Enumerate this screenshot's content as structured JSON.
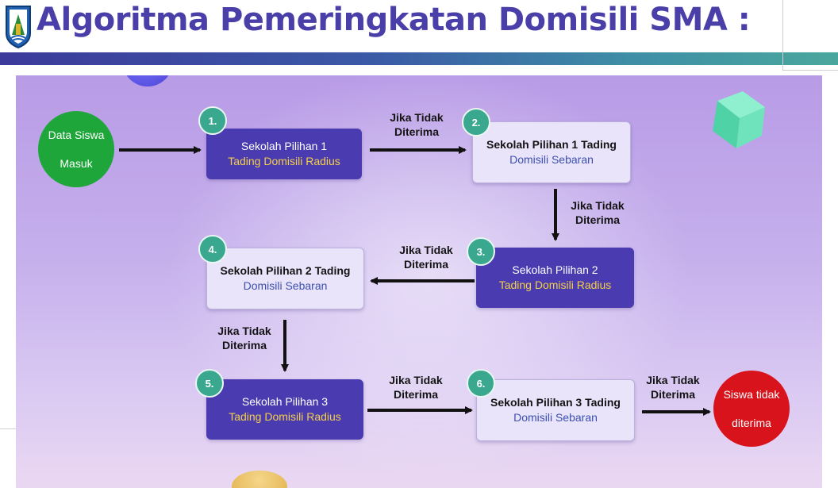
{
  "header": {
    "title": "Algoritma Pemeringkatan Domisili SMA :"
  },
  "flow": {
    "start": {
      "line1": "Data Siswa",
      "line2": "Masuk"
    },
    "end": {
      "line1": "Siswa tidak",
      "line2": "diterima"
    },
    "steps": [
      {
        "number": "1.",
        "line1": "Sekolah Pilihan 1",
        "line2": "Tading Domisili Radius"
      },
      {
        "number": "2.",
        "line1": "Sekolah Pilihan 1 Tading",
        "line2": "Domisili Sebaran"
      },
      {
        "number": "3.",
        "line1": "Sekolah Pilihan 2",
        "line2": "Tading Domisili Radius"
      },
      {
        "number": "4.",
        "line1": "Sekolah Pilihan 2 Tading",
        "line2": "Domisili Sebaran"
      },
      {
        "number": "5.",
        "line1": "Sekolah Pilihan 3",
        "line2": "Tading Domisili Radius"
      },
      {
        "number": "6.",
        "line1": "Sekolah Pilihan 3 Tading",
        "line2": "Domisili Sebaran"
      }
    ],
    "edge_labels": [
      {
        "line1": "Jika Tidak",
        "line2": "Diterima"
      },
      {
        "line1": "Jika Tidak",
        "line2": "Diterima"
      },
      {
        "line1": "Jika Tidak",
        "line2": "Diterima"
      },
      {
        "line1": "Jika Tidak",
        "line2": "Diterima"
      },
      {
        "line1": "Jika Tidak",
        "line2": "Diterima"
      },
      {
        "line1": "Jika Tidak",
        "line2": "Diterima"
      }
    ]
  },
  "colors": {
    "title": "#4a3fa8",
    "start_node": "#1ea63a",
    "end_node": "#d8131b",
    "dark_box": "#4a3cb0",
    "light_box": "#eae4fb",
    "highlight_text": "#f3cf47",
    "badge": "#3aa88e"
  },
  "icons": {
    "logo": "provincial-emblem-icon"
  }
}
